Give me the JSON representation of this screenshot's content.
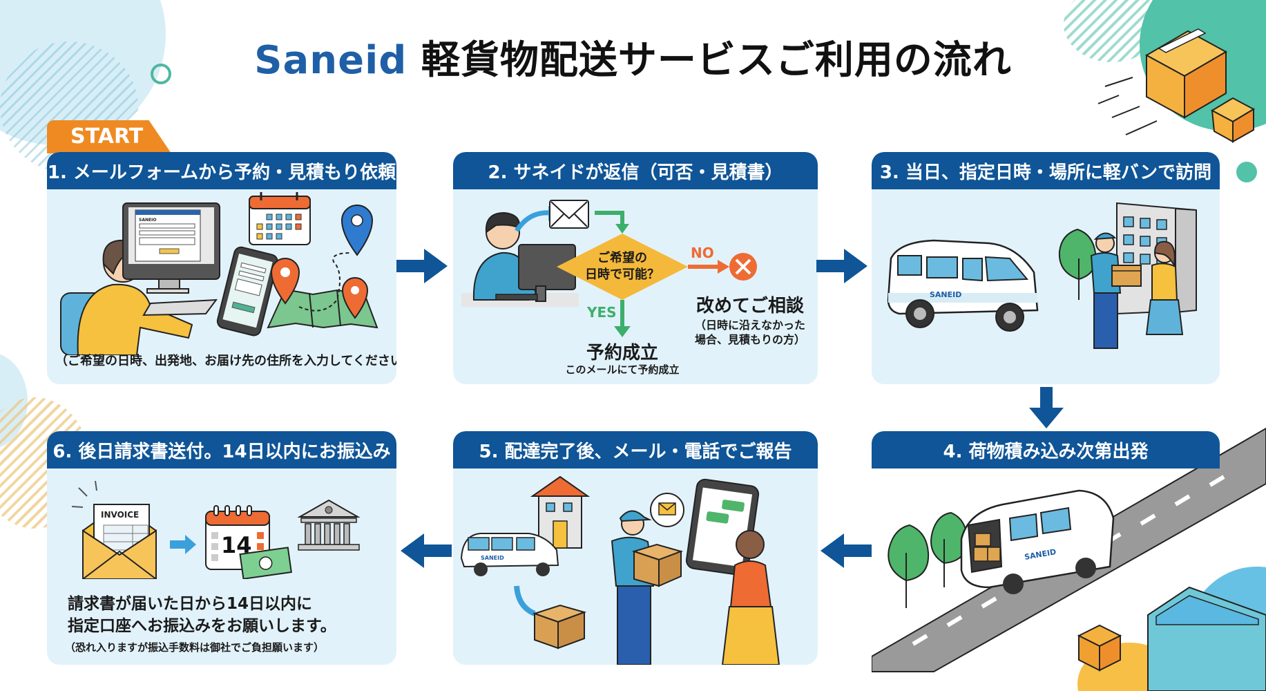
{
  "title": {
    "brand": "Saneid",
    "rest": " 軽貨物配送サービスご利用の流れ"
  },
  "start_label": "START",
  "colors": {
    "header_blue": "#0f5597",
    "brand_blue": "#1f5fa6",
    "card_bg": "#e2f2fa",
    "start_orange": "#ef8a23",
    "yes_green": "#3daf6a",
    "no_orange": "#ee6b34",
    "decision_yellow": "#f4b93a",
    "accent_teal": "#52c2a8"
  },
  "steps": [
    {
      "number": "1",
      "title": "1. メールフォームから予約・見積もり依頼",
      "caption": "（ご希望の日時、出発地、お届け先の住所を入力してください）",
      "form_brand": "SANEIO",
      "icons": [
        "person-at-computer",
        "smartphone-form",
        "calendar",
        "map-pins"
      ]
    },
    {
      "number": "2",
      "title": "2. サネイドが返信（可否・見積書）",
      "decision": "ご希望の\n日時で可能？",
      "decision_line1": "ご希望の",
      "decision_line2": "日時で可能？",
      "yes_label": "YES",
      "no_label": "NO",
      "yes_result": "予約成立",
      "yes_note": "このメールにて予約成立",
      "no_result": "改めてご相談",
      "no_note_line1": "（日時に沿えなかった",
      "no_note_line2": "場合、見積もりの方）",
      "icons": [
        "staff-at-computer",
        "envelope",
        "cross-circle"
      ]
    },
    {
      "number": "3",
      "title": "3. 当日、指定日時・場所に軽バンで訪問",
      "van_label": "SANEID",
      "icons": [
        "delivery-van",
        "building",
        "tree",
        "courier-handing-box",
        "customer"
      ]
    },
    {
      "number": "4",
      "title": "4. 荷物積み込み次第出発",
      "van_label": "SANEID",
      "icons": [
        "road",
        "van-with-boxes",
        "trees",
        "building",
        "box"
      ]
    },
    {
      "number": "5",
      "title": "5. 配達完了後、メール・電話でご報告",
      "van_label": "SANEID",
      "icons": [
        "van",
        "house",
        "box",
        "courier",
        "mail-bubble",
        "smartphone",
        "customer"
      ]
    },
    {
      "number": "6",
      "title": "6. 後日請求書送付。14日以内にお振込み",
      "invoice_label": "INVOICE",
      "calendar_day": "14",
      "body_line1": "請求書が届いた日から14日以内に",
      "body_line2": "指定口座へお振込みをお願いします。",
      "note": "（恐れ入りますが振込手数料は御社でご負担願います）",
      "icons": [
        "invoice-envelope",
        "arrow",
        "calendar-14",
        "banknote",
        "bank"
      ]
    }
  ]
}
